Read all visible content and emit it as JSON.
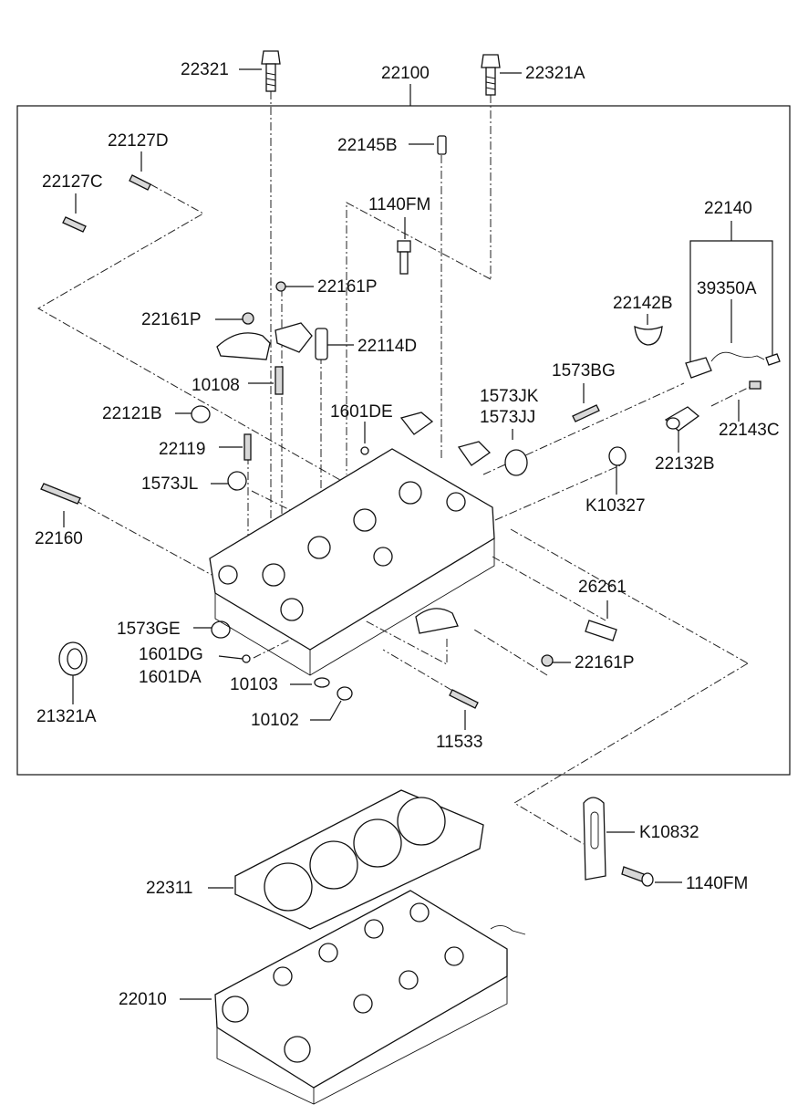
{
  "labels": {
    "p22321": "22321",
    "p22100": "22100",
    "p22321A": "22321A",
    "p22127D": "22127D",
    "p22145B": "22145B",
    "p22127C": "22127C",
    "p1140FM_a": "1140FM",
    "p22140": "22140",
    "p22161P_a": "22161P",
    "p39350A": "39350A",
    "p22142B": "22142B",
    "p22161P_b": "22161P",
    "p22114D": "22114D",
    "p1573BG": "1573BG",
    "p10108": "10108",
    "p1573JK": "1573JK",
    "p1573JJ": "1573JJ",
    "p22121B": "22121B",
    "p1601DE": "1601DE",
    "p22143C": "22143C",
    "p22119": "22119",
    "p22132B": "22132B",
    "p1573JL": "1573JL",
    "pK10327": "K10327",
    "p22160": "22160",
    "p26261": "26261",
    "p1573GE": "1573GE",
    "p1601DG": "1601DG",
    "p1601DA": "1601DA",
    "p22161P_c": "22161P",
    "p21321A": "21321A",
    "p10103": "10103",
    "p10102": "10102",
    "p11533": "11533",
    "pK10832": "K10832",
    "p1140FM_b": "1140FM",
    "p22311": "22311",
    "p22010": "22010"
  },
  "icons": {
    "bolt": "bolt-icon",
    "cylinder_head": "cylinder-head-icon",
    "gasket": "head-gasket-icon",
    "sensor": "sensor-icon",
    "bracket": "bracket-icon"
  }
}
